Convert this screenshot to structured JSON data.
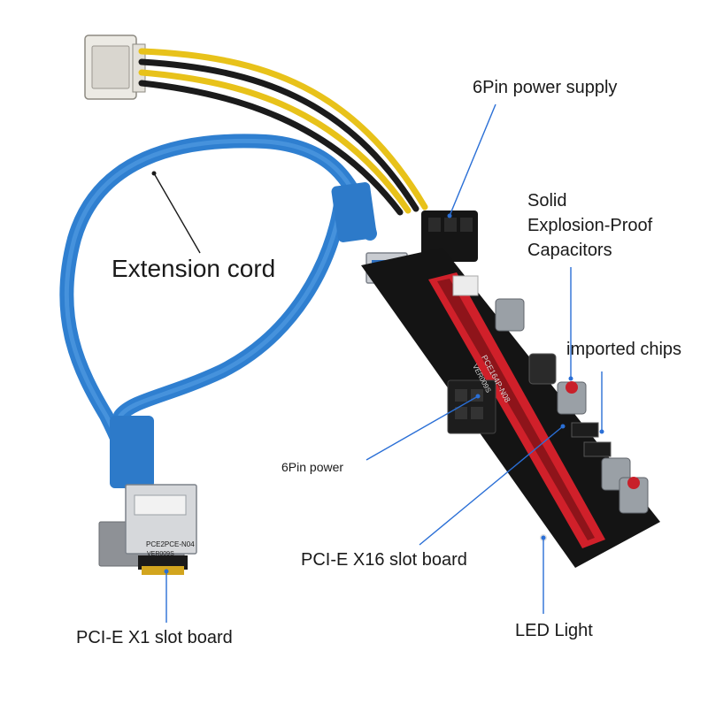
{
  "annotations": {
    "extension_cord": "Extension cord",
    "six_pin_power_supply": "6Pin power supply",
    "capacitors_line1": "Solid",
    "capacitors_line2": "Explosion-Proof",
    "capacitors_line3": "Capacitors",
    "imported_chips": "imported chips",
    "six_pin_power": "6Pin power",
    "pcie_x16": "PCI-E X16 slot board",
    "pcie_x1": "PCI-E X1 slot board",
    "led_light": "LED Light"
  },
  "board_markings": {
    "x1_model": "PCE2PCE-N04",
    "x1_version": "VER009S",
    "x16_model": "PCE164P-N08",
    "x16_version": "VER009S"
  },
  "colors": {
    "cable_blue": "#2f7fd0",
    "slot_red": "#d0202a",
    "pcb_black": "#141414",
    "wire_yellow": "#e8c21a",
    "leader_line": "#2a6fd6"
  }
}
